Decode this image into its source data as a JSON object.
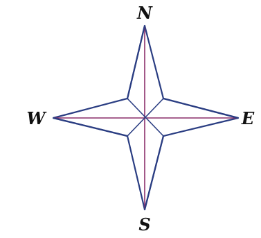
{
  "labels": {
    "north": "N",
    "south": "S",
    "east": "E",
    "west": "W"
  },
  "colors": {
    "outline": "#2a3d82",
    "axis": "#8a2e6a",
    "text": "#111111",
    "background": "#ffffff"
  }
}
